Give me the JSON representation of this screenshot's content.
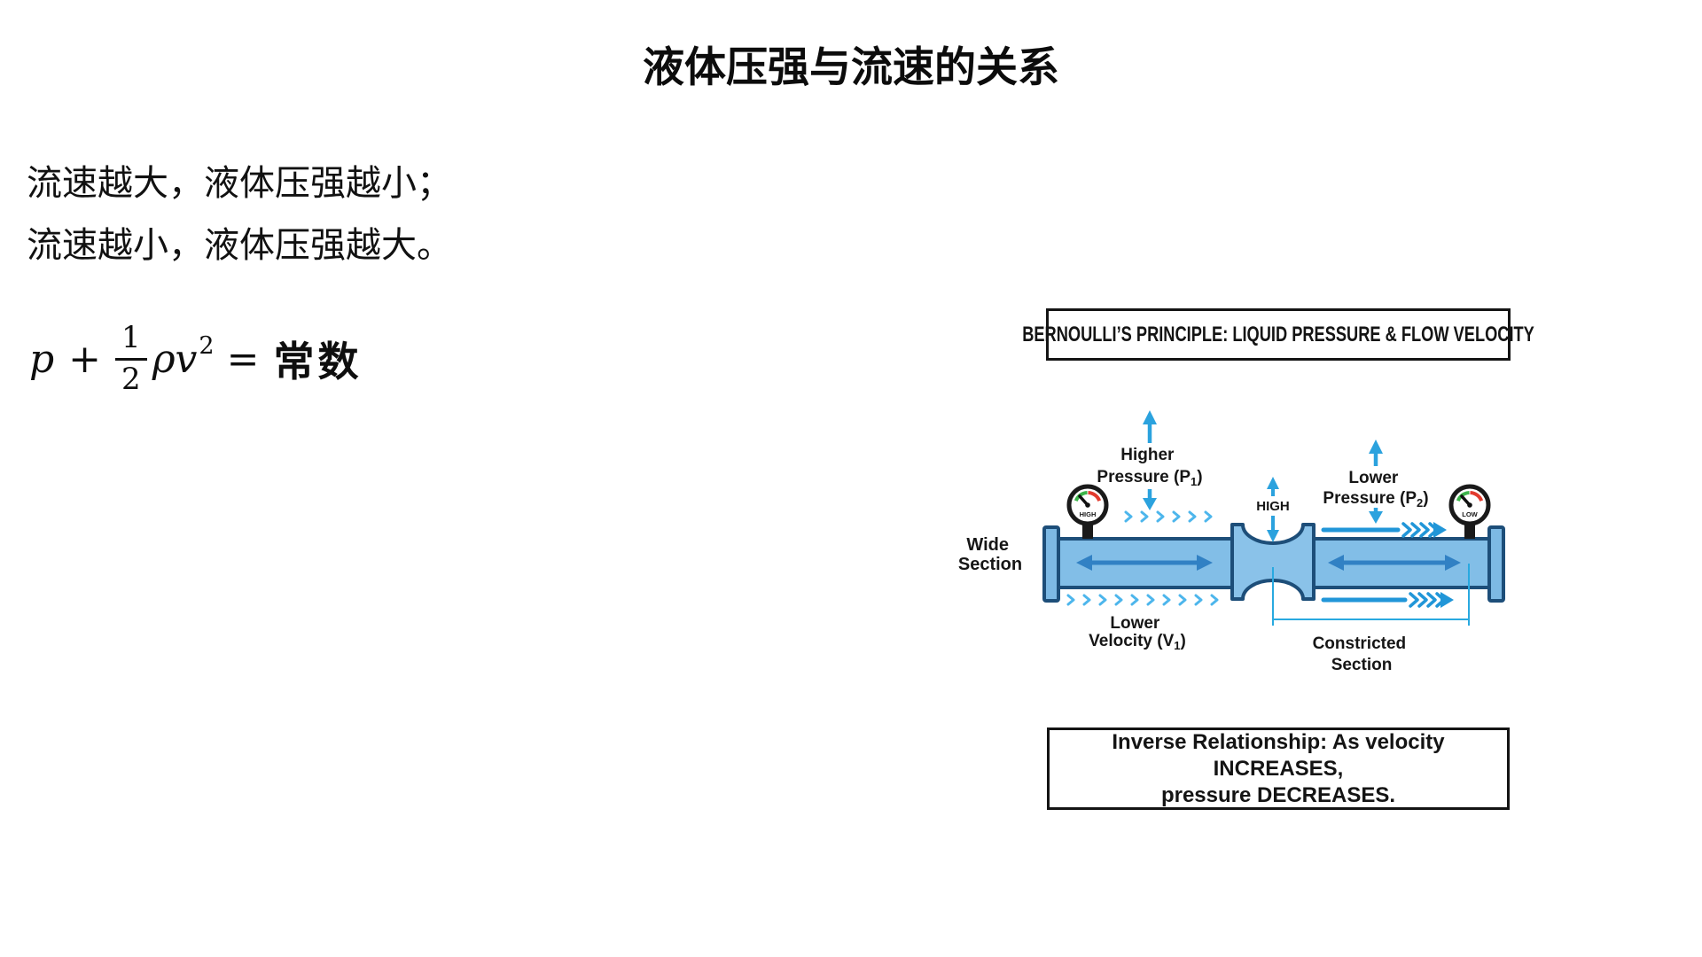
{
  "page": {
    "title": "液体压强与流速的关系",
    "line1": "流速越大，液体压强越小；",
    "line2": "流速越小，液体压强越大。",
    "formula": {
      "lhs_p": "p",
      "plus": "+",
      "frac_num": "1",
      "frac_den": "2",
      "rho_v": "ρv",
      "exponent": "2",
      "equals": "=",
      "rhs": "常数"
    }
  },
  "diagram": {
    "title": "BERNOULLI’S PRINCIPLE: LIQUID PRESSURE & FLOW VELOCITY",
    "wide_section": {
      "line1": "Wide",
      "line2": "Section"
    },
    "higher_pressure": {
      "line1": "Higher",
      "line2_pre": "Pressure (P",
      "sub": "1",
      "line2_post": ")"
    },
    "lower_pressure": {
      "line1": "Lower",
      "line2_pre": "Pressure (P",
      "sub": "2",
      "line2_post": ")"
    },
    "throat_label": "HIGH",
    "gauge_left_label": "HIGH",
    "gauge_right_label": "LOW",
    "lower_velocity": {
      "line1": "Lower",
      "line2_pre": "Velocity (V",
      "sub": "1",
      "line2_post": ")"
    },
    "constricted": {
      "line1": "Constricted",
      "line2": "Section"
    },
    "inverse_box": {
      "line1": "Inverse Relationship: As velocity INCREASES,",
      "line2": "pressure DECREASES."
    },
    "colors": {
      "pipe_fill": "#82bee7",
      "constriction_fill": "#8ac2e9",
      "pipe_stroke": "#1d4e79",
      "inner_arrow": "#3181c4",
      "label_arrow": "#2ba2de",
      "chevron": "#4db6ec",
      "fast_flow": "#2196d8",
      "bracket": "#29a9e0",
      "gauge_green": "#3cb54a",
      "gauge_red": "#e23b2e",
      "text": "#141414"
    }
  }
}
